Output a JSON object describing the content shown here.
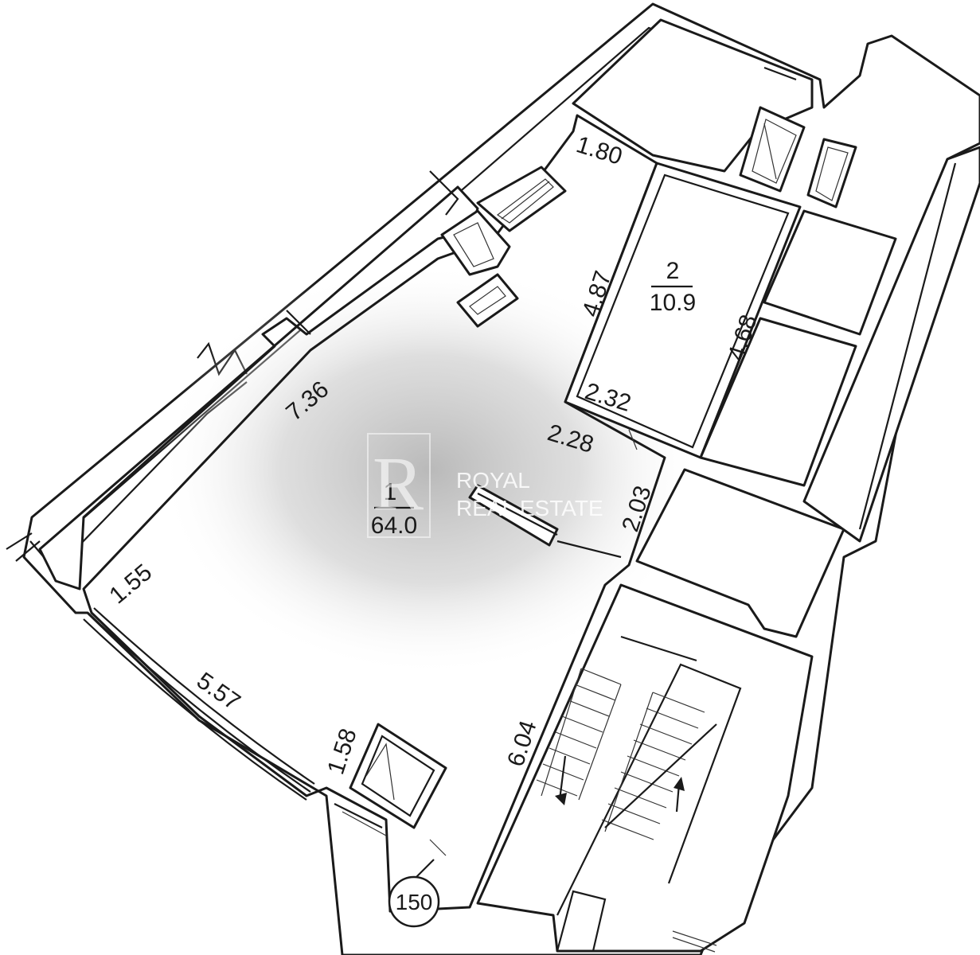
{
  "watermark": {
    "line1": "ROYAL",
    "line2": "REAL ESTATE",
    "monogram": "R"
  },
  "rooms": [
    {
      "number": "1",
      "area": "64.0"
    },
    {
      "number": "2",
      "area": "10.9"
    }
  ],
  "dimensions": {
    "d_180": "1.80",
    "d_487": "4.87",
    "d_468": "4.68",
    "d_736": "7.36",
    "d_232": "2.32",
    "d_228": "2.28",
    "d_203": "2.03",
    "d_155": "1.55",
    "d_557": "5.57",
    "d_158": "1.58",
    "d_604": "6.04"
  },
  "axis_marker": "150",
  "colors": {
    "line": "#1a1a1a",
    "shade": "#bdbdbd",
    "background": "#ffffff"
  }
}
